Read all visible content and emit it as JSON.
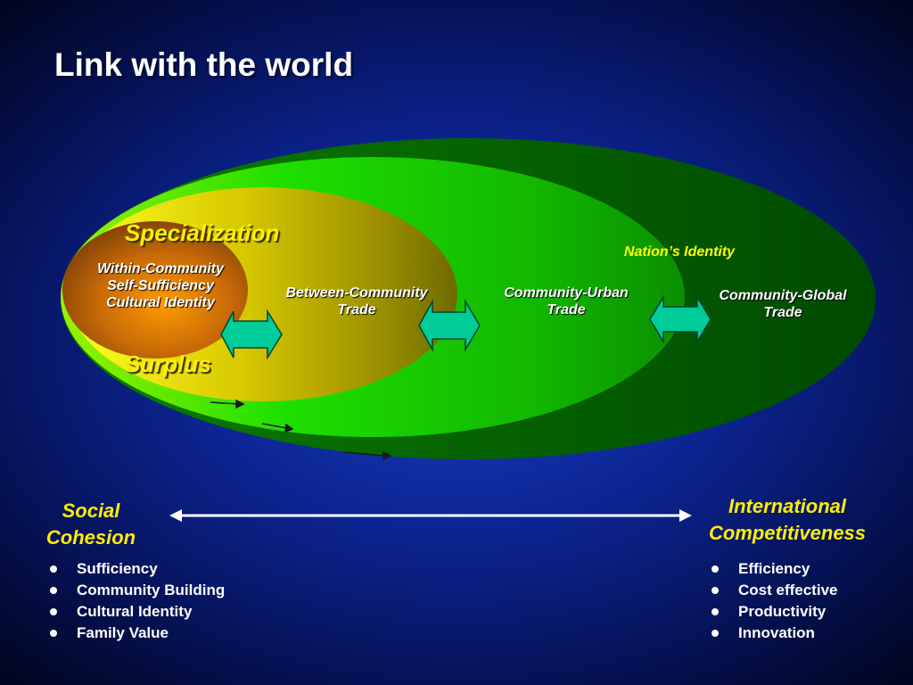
{
  "title": "Link with the world",
  "diagram": {
    "within_community": [
      "Within-Community",
      "Self-Sufficiency",
      "Cultural Identity"
    ],
    "specialization": "Specialization",
    "surplus": "Surplus",
    "between_community": [
      "Between-Community",
      "Trade"
    ],
    "community_urban": [
      "Community-Urban",
      "Trade"
    ],
    "nations_identity": "Nation’s Identity",
    "community_global": [
      "Community-Global",
      "Trade"
    ]
  },
  "spectrum": {
    "left": [
      "Social",
      "Cohesion"
    ],
    "right": [
      "International",
      "Competitiveness"
    ]
  },
  "left_bullets": [
    "Sufficiency",
    "Community Building",
    "Cultural Identity",
    "Family Value"
  ],
  "right_bullets": [
    "Efficiency",
    "Cost effective",
    "Productivity",
    "Innovation"
  ],
  "colors": {
    "yellow_label": "#ffee00",
    "outer_ring": "#006400",
    "middle_ring": "#22dd00",
    "arrow_fill": "#00cc99"
  }
}
